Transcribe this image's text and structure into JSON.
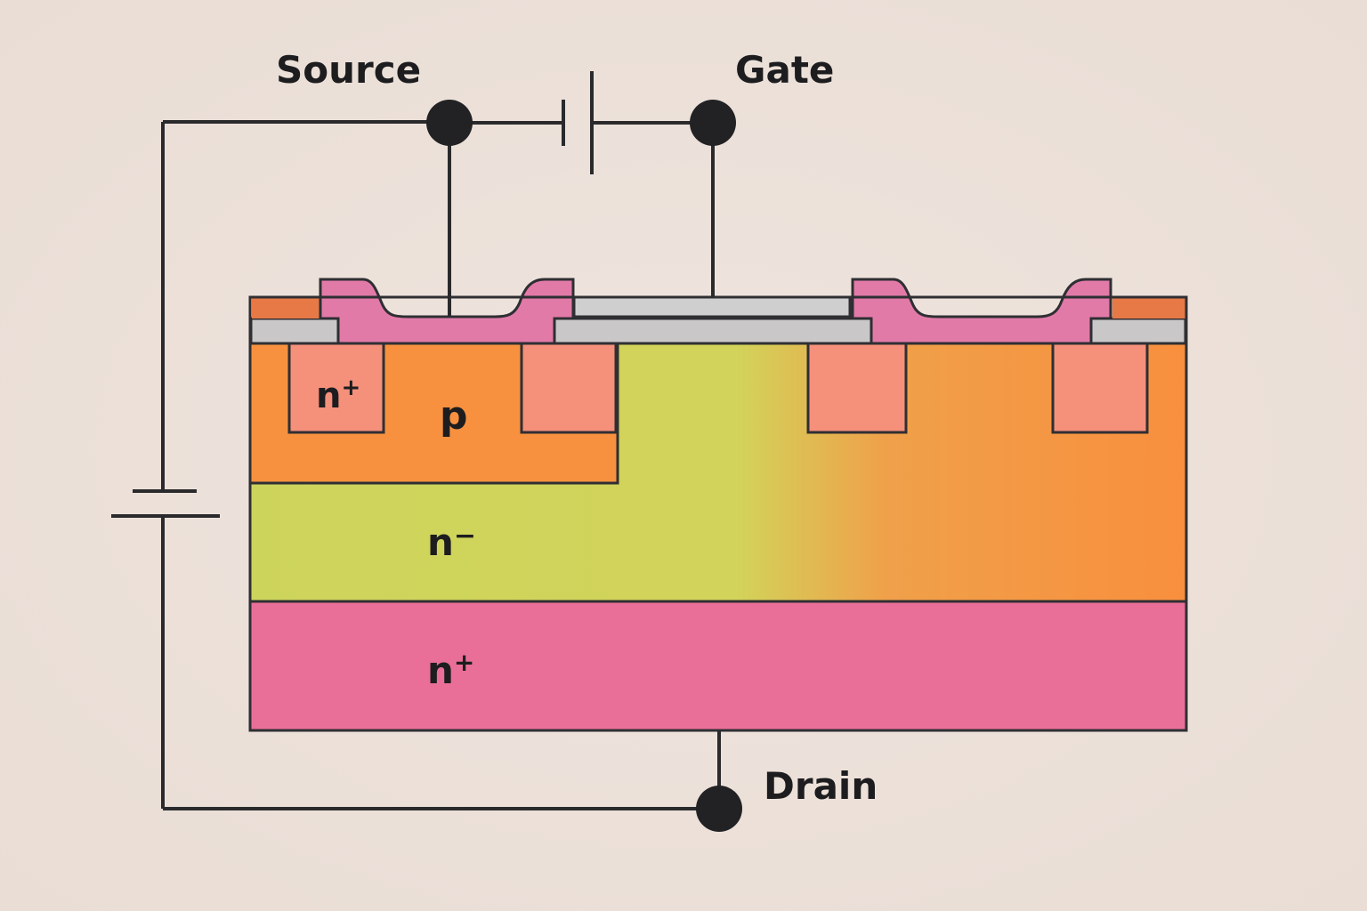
{
  "terminals": {
    "source": "Source",
    "gate": "Gate",
    "drain": "Drain"
  },
  "regions": {
    "n_plus_source": "n",
    "n_plus_source_sup": "+",
    "p_body": "p",
    "n_minus_drift": "n",
    "n_minus_drift_sup": "−",
    "n_plus_substrate": "n",
    "n_plus_substrate_sup": "+"
  },
  "colors": {
    "background": "#ece1da",
    "metal_contact": "#e27aa8",
    "gate_oxide": "#c9c7c7",
    "p_region": "#f79244",
    "n_plus_well": "#f59179",
    "n_minus_region": "#ccd55b",
    "n_plus_substrate": "#ea6f98",
    "wire": "#2a2a2c"
  }
}
